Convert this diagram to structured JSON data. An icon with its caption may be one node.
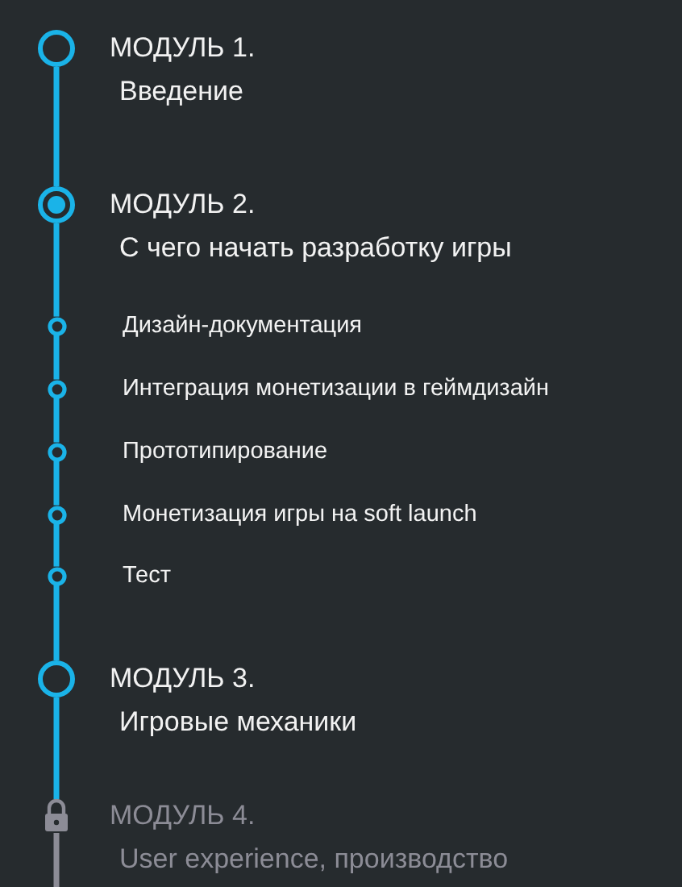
{
  "diagram": {
    "nodes": [
      {
        "text": [],
        "shape": "circle",
        "beside": [
          "МОДУЛЬ 1.",
          "Введение"
        ]
      },
      {
        "text": [],
        "shape": "circle",
        "beside": [
          "МОДУЛЬ 2.",
          "С чего начать разработку игры"
        ]
      },
      {
        "text": [],
        "shape": "circle",
        "beside": [
          "Дизайн-документация"
        ]
      },
      {
        "text": [],
        "shape": "circle",
        "beside": [
          "Интеграция монетизации в геймдизайн"
        ]
      },
      {
        "text": [],
        "shape": "circle",
        "beside": [
          "Прототипирование"
        ]
      },
      {
        "text": [],
        "shape": "circle",
        "beside": [
          "Монетизация игры на soft launch"
        ]
      },
      {
        "text": [],
        "shape": "circle",
        "beside": [
          "Тест"
        ]
      },
      {
        "text": [],
        "shape": "circle",
        "beside": [
          "МОДУЛЬ 3.",
          "Игровые механики"
        ]
      },
      {
        "text": [],
        "shape": "lock",
        "beside": [
          "МОДУЛЬ 4.",
          "User experience, производство"
        ]
      }
    ],
    "edges": [
      {
        "from": 0,
        "to": 1,
        "arrow": "none"
      },
      {
        "from": 1,
        "to": 2,
        "arrow": "none"
      },
      {
        "from": 2,
        "to": 3,
        "arrow": "none"
      },
      {
        "from": 3,
        "to": 4,
        "arrow": "none"
      },
      {
        "from": 4,
        "to": 5,
        "arrow": "none"
      },
      {
        "from": 5,
        "to": 6,
        "arrow": "none"
      },
      {
        "from": 6,
        "to": 7,
        "arrow": "none"
      },
      {
        "from": 7,
        "to": 8,
        "arrow": "none"
      },
      {
        "from": 8,
        "to": null,
        "arrow": "none",
        "color": "#8c8c96"
      }
    ]
  }
}
